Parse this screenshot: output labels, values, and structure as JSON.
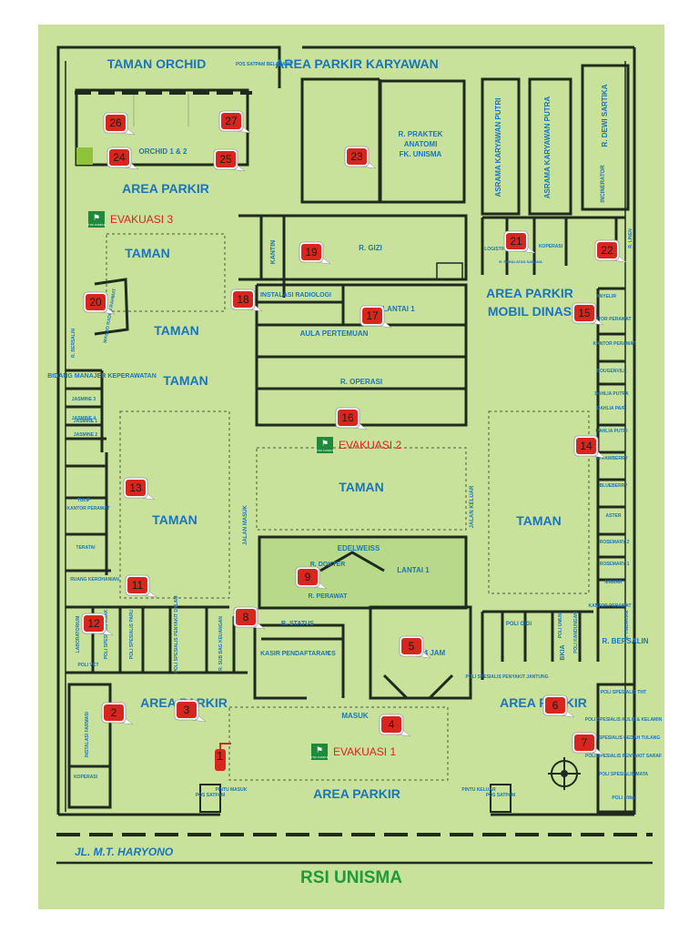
{
  "title": "RSI UNISMA",
  "street": "JL. M.T. HARYONO",
  "colors": {
    "board": "#c8e19b",
    "wall": "#1e2a1c",
    "text": "#1a75bb",
    "marker": "#d7261e",
    "title": "#1f9b3b",
    "room": "#b7d989"
  },
  "areas": [
    {
      "id": "area-parkir-top",
      "text": "AREA PARKIR"
    },
    {
      "id": "area-parkir-karyawan",
      "text": "AREA PARKIR KARYAWAN"
    },
    {
      "id": "area-parkir-mobil",
      "text": "AREA PARKIR"
    },
    {
      "id": "mobil-dinas",
      "text": "MOBIL DINAS"
    },
    {
      "id": "area-parkir-bottom",
      "text": "AREA PARKIR"
    },
    {
      "id": "area-parkir-left",
      "text": "AREA PARKIR"
    },
    {
      "id": "area-parkir-right",
      "text": "AREA PARKIR"
    },
    {
      "id": "taman-1",
      "text": "TAMAN"
    },
    {
      "id": "taman-2",
      "text": "TAMAN"
    },
    {
      "id": "taman-3",
      "text": "TAMAN"
    },
    {
      "id": "taman-4",
      "text": "TAMAN"
    },
    {
      "id": "taman-5",
      "text": "TAMAN"
    },
    {
      "id": "taman-6",
      "text": "TAMAN"
    },
    {
      "id": "taman-orchid",
      "text": "TAMAN ORCHID"
    }
  ],
  "rooms": [
    {
      "id": "orchid",
      "text": "ORCHID 1 & 2"
    },
    {
      "id": "pos-satpam-belakang",
      "text": "POS SATPAM BELAKANG"
    },
    {
      "id": "r-praktek",
      "text": "R. PRAKTEK"
    },
    {
      "id": "anatomi",
      "text": "ANATOMI"
    },
    {
      "id": "fk-unisma",
      "text": "FK. UNISMA"
    },
    {
      "id": "asrama-putri",
      "text": "ASRAMA KARYAWAN PUTRI"
    },
    {
      "id": "asrama-putra",
      "text": "ASRAMA KARYAWAN PUTRA"
    },
    {
      "id": "dewi-sartika",
      "text": "R. DEWI SARTIKA"
    },
    {
      "id": "incinerator",
      "text": "INCINERATOR"
    },
    {
      "id": "kantin",
      "text": "KANTIN"
    },
    {
      "id": "r-gizi",
      "text": "R. GIZI"
    },
    {
      "id": "logistik",
      "text": "LOGISTIK"
    },
    {
      "id": "koperasi-top",
      "text": "KOPERASI"
    },
    {
      "id": "perlengkapan",
      "text": "R. PERALATAN SARANA"
    },
    {
      "id": "r-linen",
      "text": "R. LINEN"
    },
    {
      "id": "instalasi-radiologi",
      "text": "INSTALASI RADIOLOGI"
    },
    {
      "id": "lantai-1-top",
      "text": "LANTAI 1"
    },
    {
      "id": "aula",
      "text": "AULA PERTEMUAN"
    },
    {
      "id": "r-operasi",
      "text": "R. OPERASI"
    },
    {
      "id": "masjid",
      "text": "MASJID RADEN RAHMAT"
    },
    {
      "id": "r-bersalin-left",
      "text": "R. BERSALIN"
    },
    {
      "id": "bidang-manajer",
      "text": "BIDANG MANAJER KEPERAWATAN"
    },
    {
      "id": "jasmine-1",
      "text": "JASMINE 1"
    },
    {
      "id": "jasmine-2",
      "text": "JASMINE 2"
    },
    {
      "id": "jasmine-3",
      "text": "JASMINE 3"
    },
    {
      "id": "jasmine-4",
      "text": "JASMINE 4"
    },
    {
      "id": "tulip",
      "text": "TULIP"
    },
    {
      "id": "kantor-perawat-left",
      "text": "KANTOR PERAWAT"
    },
    {
      "id": "teratai",
      "text": "TERATAI"
    },
    {
      "id": "ruang-kerohanian",
      "text": "RUANG KEROHANIAN"
    },
    {
      "id": "laboratorium",
      "text": "LABORATORIUM"
    },
    {
      "id": "poli-anak",
      "text": "POLI SPESIALIS ANAK"
    },
    {
      "id": "poli-paru",
      "text": "POLI SPESIALIS PARU"
    },
    {
      "id": "poli-dalam",
      "text": "POLI SPESIALIS PENYAKIT DALAM"
    },
    {
      "id": "r-sub-bag",
      "text": "R. SUB BAG KEUANGAN"
    },
    {
      "id": "poli-vct",
      "text": "POLI VCT"
    },
    {
      "id": "edelweiss",
      "text": "EDELWEISS"
    },
    {
      "id": "lantai-1-mid",
      "text": "LANTAI 1"
    },
    {
      "id": "r-dokter",
      "text": "R. DOKTER"
    },
    {
      "id": "r-perawat",
      "text": "R. PERAWAT"
    },
    {
      "id": "r-status",
      "text": "R. STATUS"
    },
    {
      "id": "kasir",
      "text": "KASIR"
    },
    {
      "id": "pendaftaran",
      "text": "PENDAFTARAN"
    },
    {
      "id": "cs",
      "text": "CS"
    },
    {
      "id": "igd",
      "text": "IGD 24 JAM"
    },
    {
      "id": "masuk-igd",
      "text": "MASUK"
    },
    {
      "id": "poli-gigi",
      "text": "POLI GIGI"
    },
    {
      "id": "poli-umum",
      "text": "POLI UMUM"
    },
    {
      "id": "poli-kandungan",
      "text": "POLI KANDUNGAN"
    },
    {
      "id": "bkia",
      "text": "BKIA"
    },
    {
      "id": "r-bersalin",
      "text": "R. BERSALIN"
    },
    {
      "id": "poli-jantung",
      "text": "POLI SPESIALIS PENYAKIT JANTUNG"
    },
    {
      "id": "anyelir",
      "text": "ANYELIR"
    },
    {
      "id": "kantor-perawat-r1",
      "text": "KANTOR PERAWAT"
    },
    {
      "id": "kantor-perawat-r2",
      "text": "KANTOR PERAWAT"
    },
    {
      "id": "bougenvile",
      "text": "BOUGENVILE"
    },
    {
      "id": "dahlia-putra",
      "text": "DAHLIA PUTRA"
    },
    {
      "id": "dahlia-pa-pi",
      "text": "DAHLIA PA/PI"
    },
    {
      "id": "dahlia-putri",
      "text": "DAHLIA PUTRI"
    },
    {
      "id": "strawberry",
      "text": "STRAWBERRY"
    },
    {
      "id": "blueberry",
      "text": "BLUEBERRY"
    },
    {
      "id": "aster",
      "text": "ASTER"
    },
    {
      "id": "rosemary-2",
      "text": "ROSEMARY 2"
    },
    {
      "id": "rosemary-1",
      "text": "ROSEMARY 1"
    },
    {
      "id": "mawar",
      "text": "MAWAR"
    },
    {
      "id": "kantor-perawat-r3",
      "text": "KANTOR PERAWAT"
    },
    {
      "id": "r-tindakan",
      "text": "R. TINDAKAN"
    },
    {
      "id": "poli-tht",
      "text": "POLI SPESIALIS THT"
    },
    {
      "id": "poli-kulit",
      "text": "POLI SPESIALIS KULIT & KELAMIN"
    },
    {
      "id": "poli-bedah",
      "text": "POLI SPESIALIS BEDAH TULANG"
    },
    {
      "id": "poli-saraf",
      "text": "POLI SPESIALIS PENYAKIT SARAF"
    },
    {
      "id": "poli-mata",
      "text": "POLI SPESIALIS MATA"
    },
    {
      "id": "poli-jiwa",
      "text": "POLI JIWA"
    },
    {
      "id": "instalasi-farmasi",
      "text": "INSTALASI FARMASI"
    },
    {
      "id": "koperasi",
      "text": "KOPERASI"
    },
    {
      "id": "pos-satpam-1",
      "text": "POS SATPAM"
    },
    {
      "id": "pintu-masuk",
      "text": "PINTU MASUK"
    },
    {
      "id": "pintu-keluar",
      "text": "PINTU KELUAR"
    },
    {
      "id": "pos-satpam-2",
      "text": "POS SATPAM"
    },
    {
      "id": "jalan-masuk",
      "text": "JALAN MASUK"
    },
    {
      "id": "jalan-keluar",
      "text": "JALAN KELUAR"
    }
  ],
  "evacuation": [
    {
      "id": "evakuasi-1",
      "text": "EVAKUASI 1",
      "sign": "TITIK KUMPUL"
    },
    {
      "id": "evakuasi-2",
      "text": "EVAKUASI 2",
      "sign": "TITIK KUMPUL"
    },
    {
      "id": "evakuasi-3",
      "text": "EVAKUASI 3",
      "sign": "TITIK KUMPUL"
    }
  ],
  "extinguisher_label": "1",
  "markers": [
    "2",
    "3",
    "4",
    "5",
    "6",
    "7",
    "8",
    "9",
    "11",
    "12",
    "13",
    "14",
    "15",
    "16",
    "17",
    "18",
    "19",
    "20",
    "21",
    "22",
    "23",
    "24",
    "25",
    "26",
    "27"
  ]
}
